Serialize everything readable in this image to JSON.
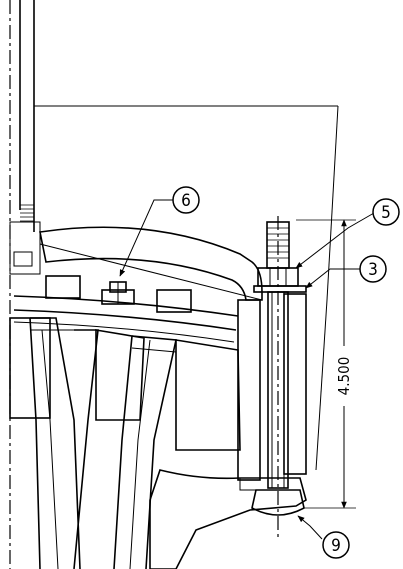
{
  "callouts": {
    "c6": "6",
    "c5": "5",
    "c3": "3",
    "c9": "9"
  },
  "dimension": {
    "value": "4.500"
  }
}
